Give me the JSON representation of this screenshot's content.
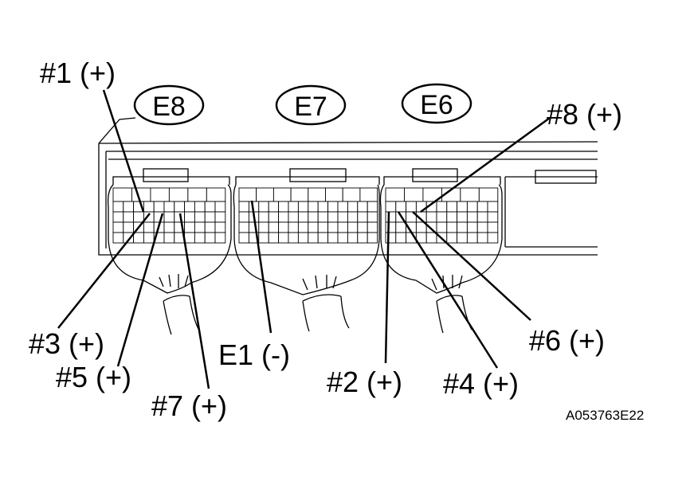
{
  "connectors": [
    {
      "id": "e8",
      "label": "E8"
    },
    {
      "id": "e7",
      "label": "E7"
    },
    {
      "id": "e6",
      "label": "E6"
    }
  ],
  "terminals": {
    "t1": "#1 (+)",
    "t2": "#2 (+)",
    "t3": "#3 (+)",
    "t4": "#4 (+)",
    "t5": "#5 (+)",
    "t6": "#6 (+)",
    "t7": "#7 (+)",
    "t8": "#8 (+)",
    "e1": "E1 (-)"
  },
  "figure_code": "A053763E22"
}
